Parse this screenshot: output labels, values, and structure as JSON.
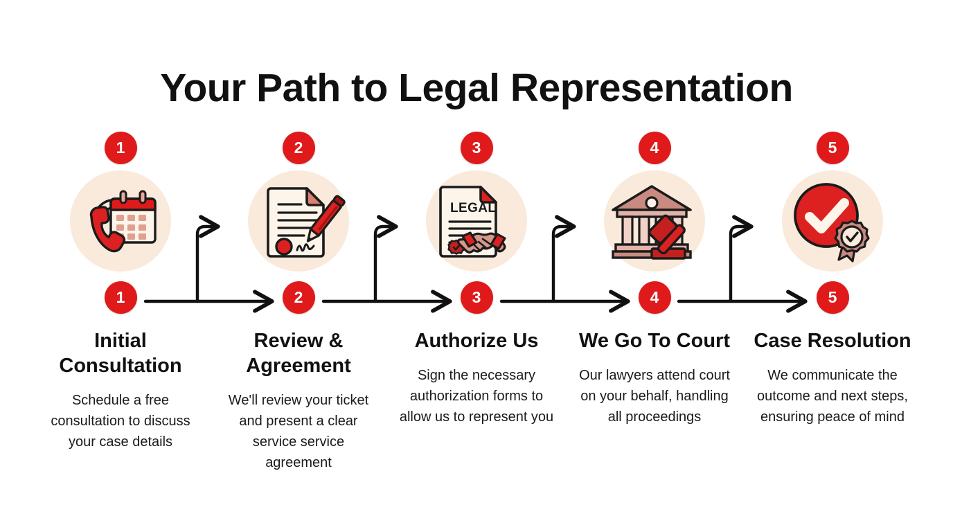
{
  "page": {
    "title": "Your Path to Legal Representation",
    "background_color": "#FFFFFF"
  },
  "theme": {
    "accent_red": "#E01A1A",
    "icon_disc_beige": "#FAEADB",
    "text_color": "#111111",
    "connector_color": "#111111"
  },
  "steps": [
    {
      "number": "1",
      "title": "Initial Consultation",
      "description": "Schedule a free consultation to discuss your case details",
      "icon": "phone-calendar-icon"
    },
    {
      "number": "2",
      "title": "Review & Agreement",
      "description": "We'll review your ticket and present a clear service service agreement",
      "icon": "document-pen-signature-icon"
    },
    {
      "number": "3",
      "title": "Authorize Us",
      "description": "Sign the necessary authorization forms to allow us to represent you",
      "icon": "legal-document-handshake-icon",
      "icon_label": "LEGAL"
    },
    {
      "number": "4",
      "title": "We Go To Court",
      "description": "Our lawyers attend court on your behalf, handling all proceedings",
      "icon": "courthouse-gavel-icon"
    },
    {
      "number": "5",
      "title": "Case Resolution",
      "description": "We communicate the outcome and next steps, ensuring peace of mind",
      "icon": "checkmark-award-ribbon-icon"
    }
  ],
  "connectors": [
    {
      "from": "1",
      "to": "2",
      "style": "elbow-arrow"
    },
    {
      "from": "2",
      "to": "3",
      "style": "elbow-arrow"
    },
    {
      "from": "3",
      "to": "4",
      "style": "elbow-arrow"
    },
    {
      "from": "4",
      "to": "5",
      "style": "elbow-arrow"
    }
  ]
}
